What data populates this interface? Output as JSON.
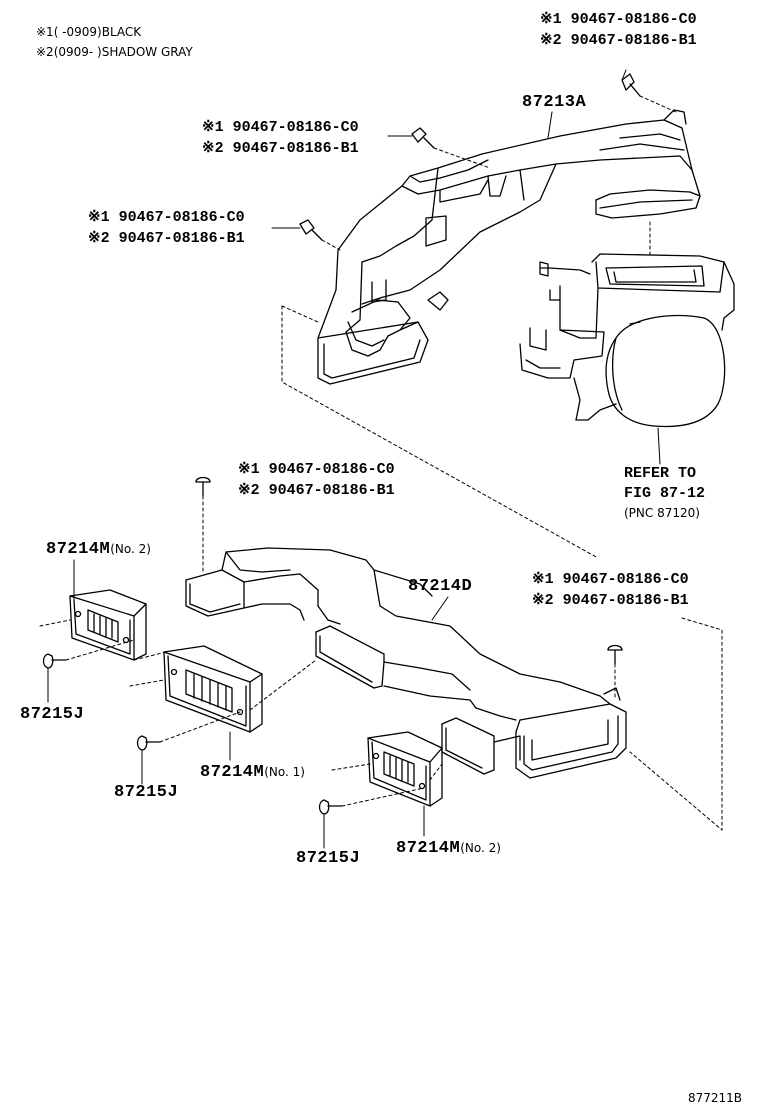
{
  "legend": {
    "line1": "※1(     -0909)BLACK",
    "line2": "※2(0909-     )SHADOW GRAY"
  },
  "screws": {
    "top_right": {
      "l1": "※1 90467-08186-C0",
      "l2": "※2 90467-08186-B1"
    },
    "upper_mid": {
      "l1": "※1 90467-08186-C0",
      "l2": "※2 90467-08186-B1"
    },
    "upper_left": {
      "l1": "※1 90467-08186-C0",
      "l2": "※2 90467-08186-B1"
    },
    "center": {
      "l1": "※1 90467-08186-C0",
      "l2": "※2 90467-08186-B1"
    },
    "right": {
      "l1": "※1 90467-08186-C0",
      "l2": "※2 90467-08186-B1"
    }
  },
  "parts": {
    "duct_upper": "87213A",
    "duct_lower": "87214D",
    "register_top": {
      "num": "87214M",
      "sub": "(No. 2)"
    },
    "register_mid": {
      "num": "87214M",
      "sub": "(No. 1)"
    },
    "register_bottom": {
      "num": "87214M",
      "sub": "(No. 2)"
    },
    "clip_a": "87215J",
    "clip_b": "87215J",
    "clip_c": "87215J"
  },
  "refer": {
    "line1": "REFER TO",
    "line2": "FIG 87-12",
    "line3": "(PNC 87120)"
  },
  "figure_code": "877211B"
}
